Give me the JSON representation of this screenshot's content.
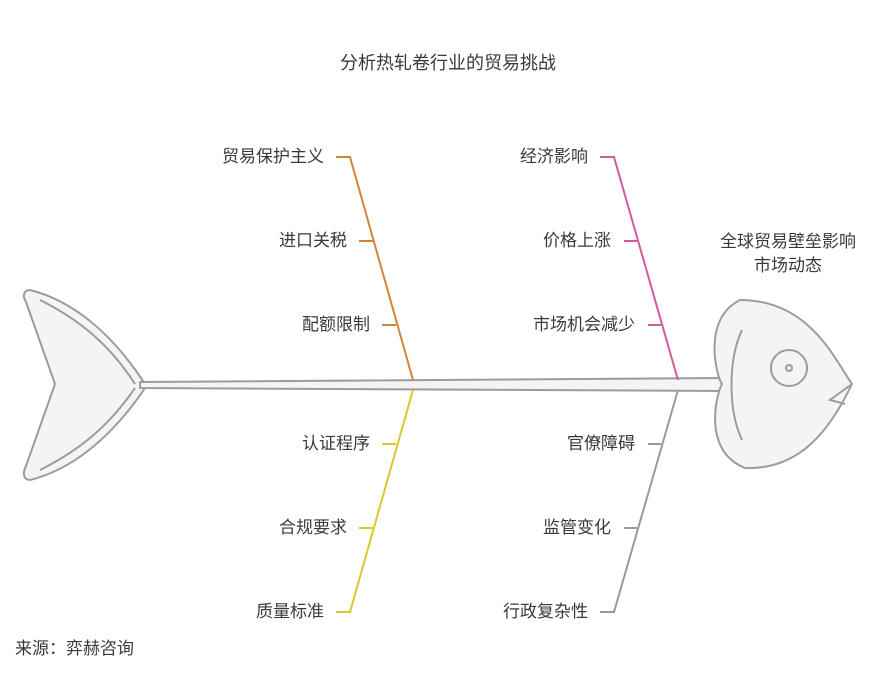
{
  "title": "分析热轧卷行业的贸易挑战",
  "head": {
    "line1": "全球贸易壁垒影响",
    "line2": "市场动态"
  },
  "branches": {
    "top_left": {
      "color": "#d4833a",
      "causes": [
        "贸易保护主义",
        "进口关税",
        "配额限制"
      ]
    },
    "top_right": {
      "color": "#d45aa0",
      "causes": [
        "经济影响",
        "价格上涨",
        "市场机会减少"
      ]
    },
    "bottom_left": {
      "color": "#e0c52a",
      "causes": [
        "认证程序",
        "合规要求",
        "质量标准"
      ]
    },
    "bottom_right": {
      "color": "#9a9a9a",
      "causes": [
        "官僚障碍",
        "监管变化",
        "行政复杂性"
      ]
    }
  },
  "source": "来源：弈赫咨询"
}
